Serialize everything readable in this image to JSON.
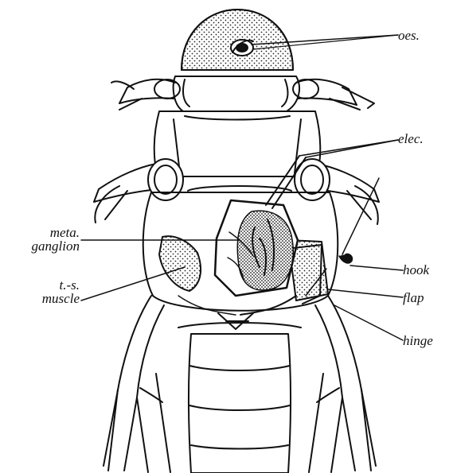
{
  "figure": {
    "ink": "#111111",
    "stipple": "#222222",
    "labels": {
      "oes": "oes.",
      "elec": "elec.",
      "meta_line1": "meta.",
      "meta_line2": "ganglion",
      "hook": "hook",
      "ts_line1": "t.-s.",
      "ts_line2": "muscle",
      "flap": "flap",
      "hinge": "hinge"
    }
  }
}
